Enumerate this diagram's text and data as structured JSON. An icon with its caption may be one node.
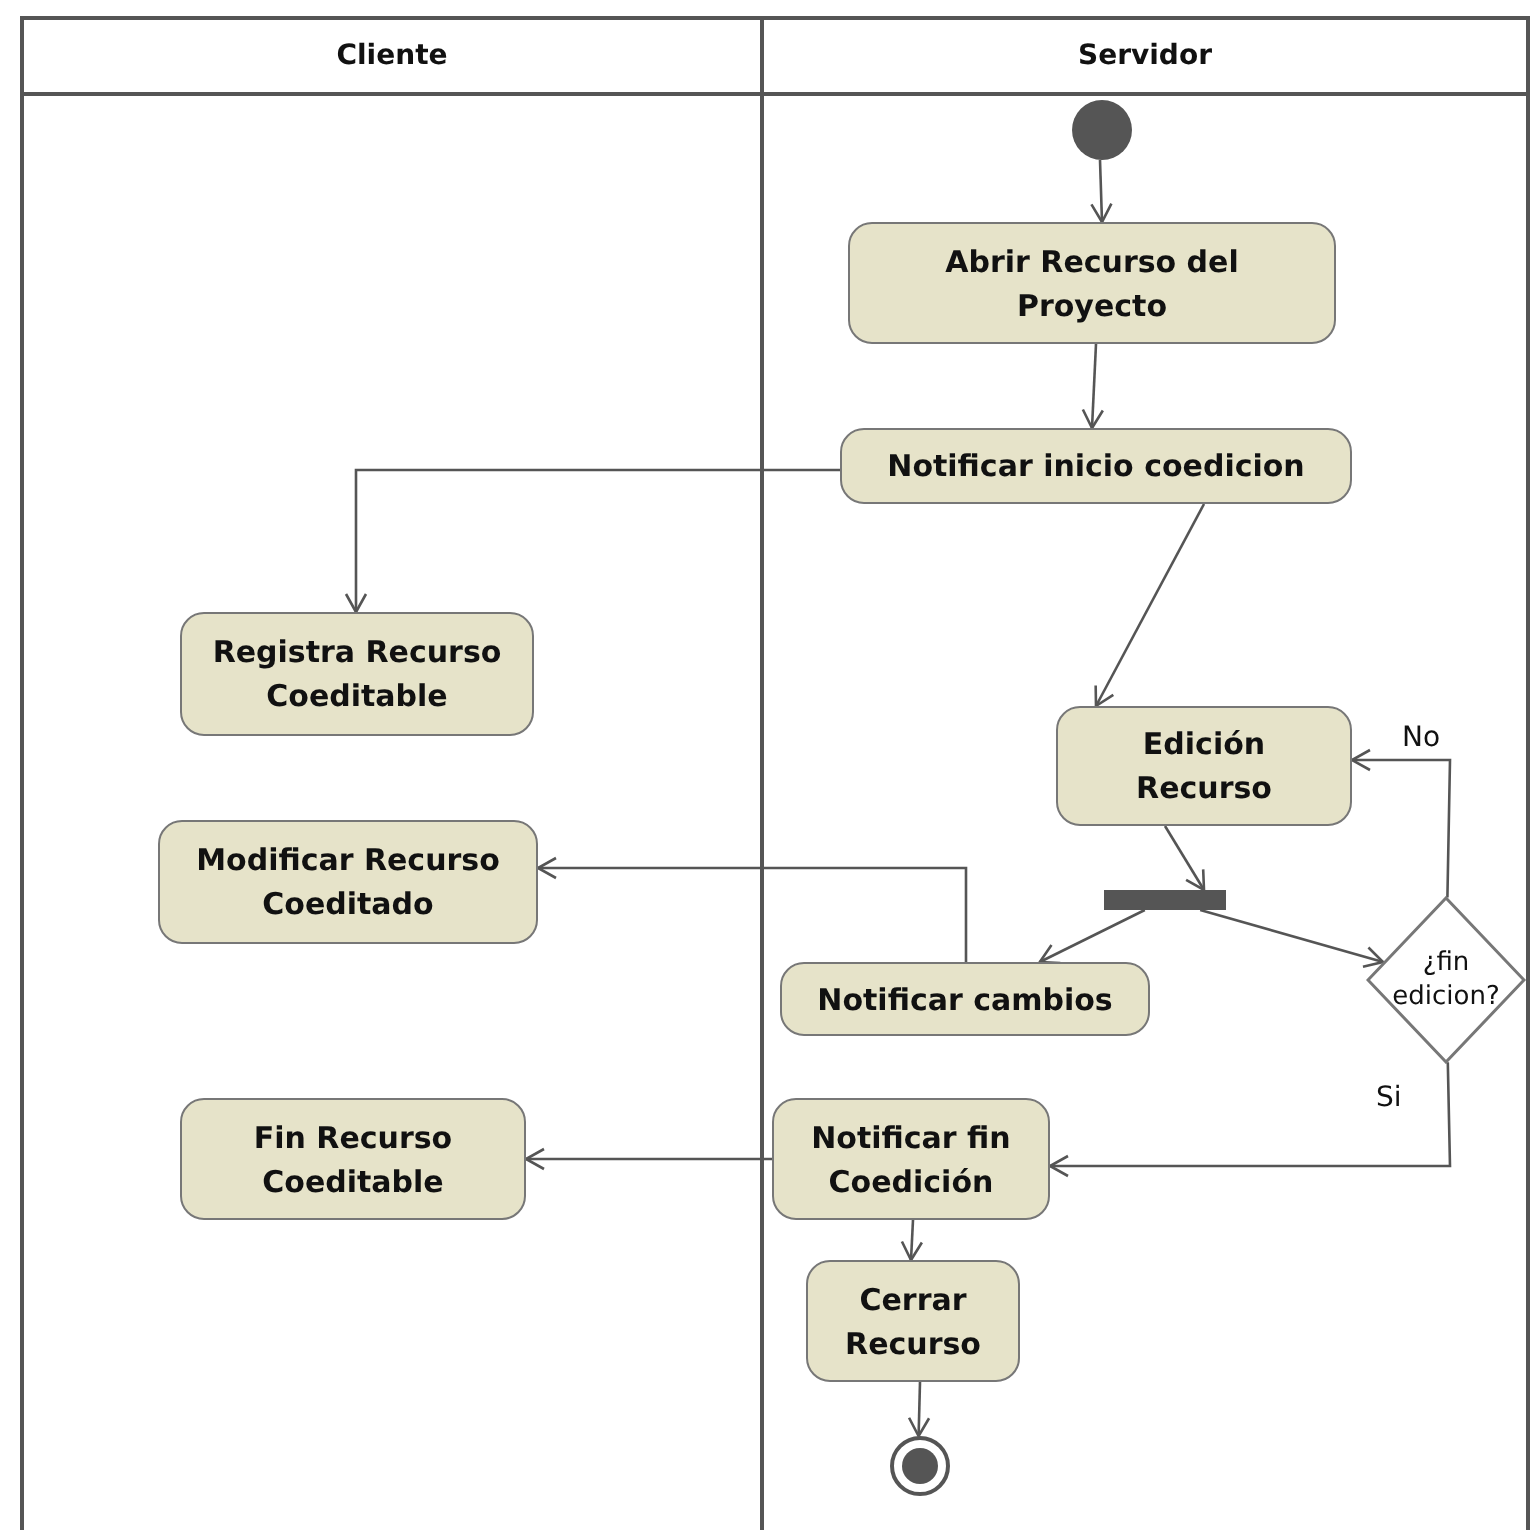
{
  "diagram": {
    "nodes": [
      {
        "text": [
          "Cliente"
        ]
      },
      {
        "text": [
          "Servidor"
        ]
      },
      {
        "text": [],
        "shape": "circle",
        "in": 1
      },
      {
        "text": [
          "Abrir Recurso del Proyecto"
        ],
        "in": 1
      },
      {
        "text": [
          "Notificar inicio coedicion"
        ],
        "in": 1
      },
      {
        "text": [
          "Registra Recurso Coeditable"
        ],
        "in": 0
      },
      {
        "text": [
          "Edición Recurso"
        ],
        "in": 1
      },
      {
        "text": [
          "Modificar Recurso Coeditado"
        ],
        "in": 0
      },
      {
        "text": [],
        "shape": "bar",
        "in": 1
      },
      {
        "text": [
          "Notificar cambios"
        ],
        "in": 1
      },
      {
        "text": [
          "¿fin edicion?"
        ],
        "in": 1
      },
      {
        "text": [
          "Fin Recurso Coeditable"
        ],
        "in": 0
      },
      {
        "text": [
          "Notificar fin Coedición"
        ],
        "in": 1
      },
      {
        "text": [
          "Cerrar Recurso"
        ],
        "in": 1
      },
      {
        "text": [],
        "shape": "bullseye",
        "in": 1
      }
    ],
    "edges": [
      {
        "from": 2,
        "to": 3,
        "arrow": "to"
      },
      {
        "from": 3,
        "to": 4,
        "arrow": "to"
      },
      {
        "from": 4,
        "to": 5,
        "arrow": "to"
      },
      {
        "from": 4,
        "to": 6,
        "arrow": "to"
      },
      {
        "from": 6,
        "to": 8,
        "arrow": "to"
      },
      {
        "from": 8,
        "to": 9,
        "arrow": "to"
      },
      {
        "from": 8,
        "to": 10,
        "arrow": "to"
      },
      {
        "from": 9,
        "to": 7,
        "arrow": "to"
      },
      {
        "from": 10,
        "to": 6,
        "arrow": "to",
        "label": "No"
      },
      {
        "from": 10,
        "to": 12,
        "arrow": "to",
        "label": "Si"
      },
      {
        "from": 12,
        "to": 11,
        "arrow": "to"
      },
      {
        "from": 12,
        "to": 13,
        "arrow": "to"
      },
      {
        "from": 13,
        "to": 14,
        "arrow": "to"
      }
    ]
  }
}
